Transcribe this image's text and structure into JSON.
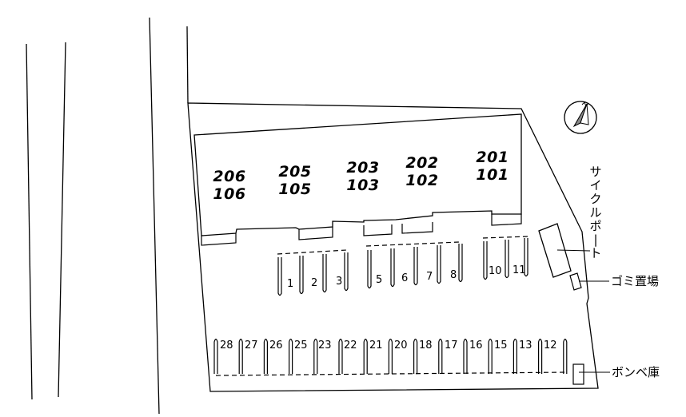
{
  "units": [
    {
      "upper": "206",
      "lower": "106"
    },
    {
      "upper": "205",
      "lower": "105"
    },
    {
      "upper": "203",
      "lower": "103"
    },
    {
      "upper": "202",
      "lower": "102"
    },
    {
      "upper": "201",
      "lower": "101"
    }
  ],
  "parking_top": [
    "1",
    "2",
    "3",
    "5",
    "6",
    "7",
    "8",
    "10",
    "11"
  ],
  "parking_bottom": [
    "28",
    "27",
    "26",
    "25",
    "23",
    "22",
    "21",
    "20",
    "18",
    "17",
    "16",
    "15",
    "13",
    "12"
  ],
  "labels": {
    "cycle_port": "サイクルポート",
    "garbage": "ゴミ置場",
    "cylinder_storage": "ボンベ庫"
  },
  "compass_icon": "north-arrow-icon"
}
